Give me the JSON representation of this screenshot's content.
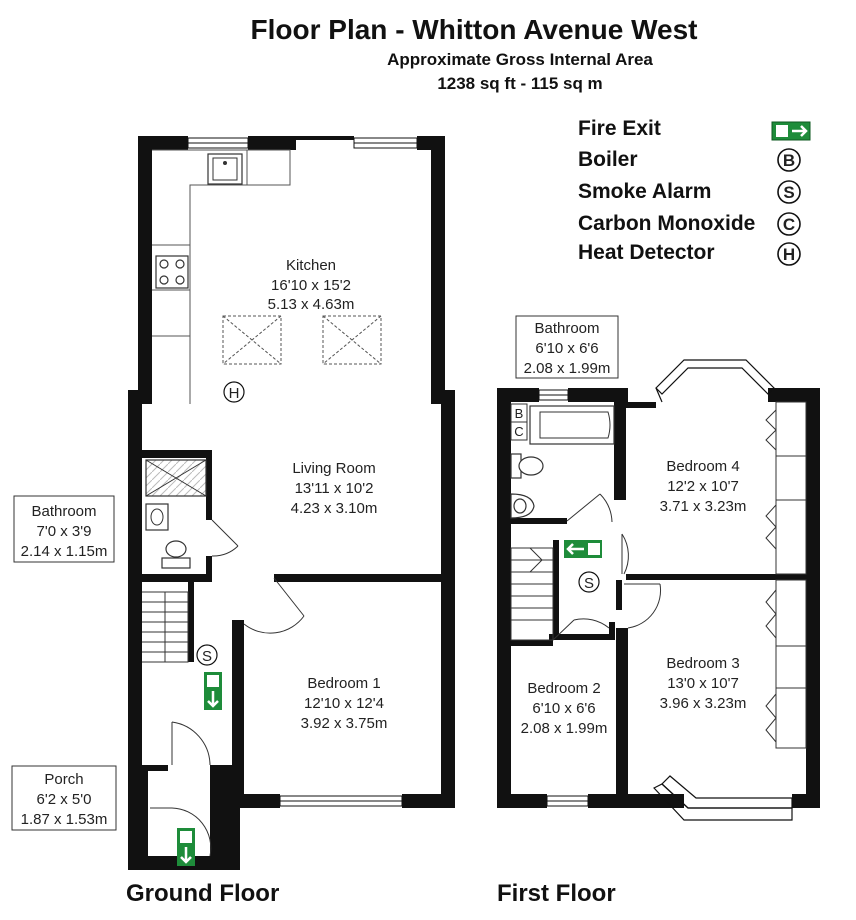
{
  "header": {
    "title": "Floor Plan - Whitton Avenue West",
    "subtitle": "Approximate Gross Internal Area",
    "area": "1238 sq ft - 115 sq m"
  },
  "legend": {
    "fire_exit": "Fire Exit",
    "boiler": "Boiler",
    "boiler_symbol": "B",
    "smoke_alarm": "Smoke Alarm",
    "smoke_symbol": "S",
    "carbon_monoxide": "Carbon Monoxide",
    "co_symbol": "C",
    "heat_detector": "Heat Detector",
    "heat_symbol": "H"
  },
  "ground_floor": {
    "label": "Ground Floor",
    "kitchen": {
      "name": "Kitchen",
      "imperial": "16'10 x 15'2",
      "metric": "5.13 x 4.63m"
    },
    "living_room": {
      "name": "Living Room",
      "imperial": "13'11 x 10'2",
      "metric": "4.23 x 3.10m"
    },
    "bedroom1": {
      "name": "Bedroom 1",
      "imperial": "12'10 x 12'4",
      "metric": "3.92 x 3.75m"
    },
    "bathroom": {
      "name": "Bathroom",
      "imperial": "7'0 x 3'9",
      "metric": "2.14 x 1.15m"
    },
    "porch": {
      "name": "Porch",
      "imperial": "6'2 x 5'0",
      "metric": "1.87 x 1.53m"
    }
  },
  "first_floor": {
    "label": "First Floor",
    "bathroom": {
      "name": "Bathroom",
      "imperial": "6'10 x 6'6",
      "metric": "2.08 x 1.99m"
    },
    "bedroom4": {
      "name": "Bedroom 4",
      "imperial": "12'2 x 10'7",
      "metric": "3.71 x 3.23m"
    },
    "bedroom3": {
      "name": "Bedroom 3",
      "imperial": "13'0 x 10'7",
      "metric": "3.96 x 3.23m"
    },
    "bedroom2": {
      "name": "Bedroom 2",
      "imperial": "6'10 x 6'6",
      "metric": "2.08 x 1.99m"
    }
  },
  "colors": {
    "wall": "#111111",
    "fire_exit": "#1e8c3a",
    "text": "#222222"
  }
}
